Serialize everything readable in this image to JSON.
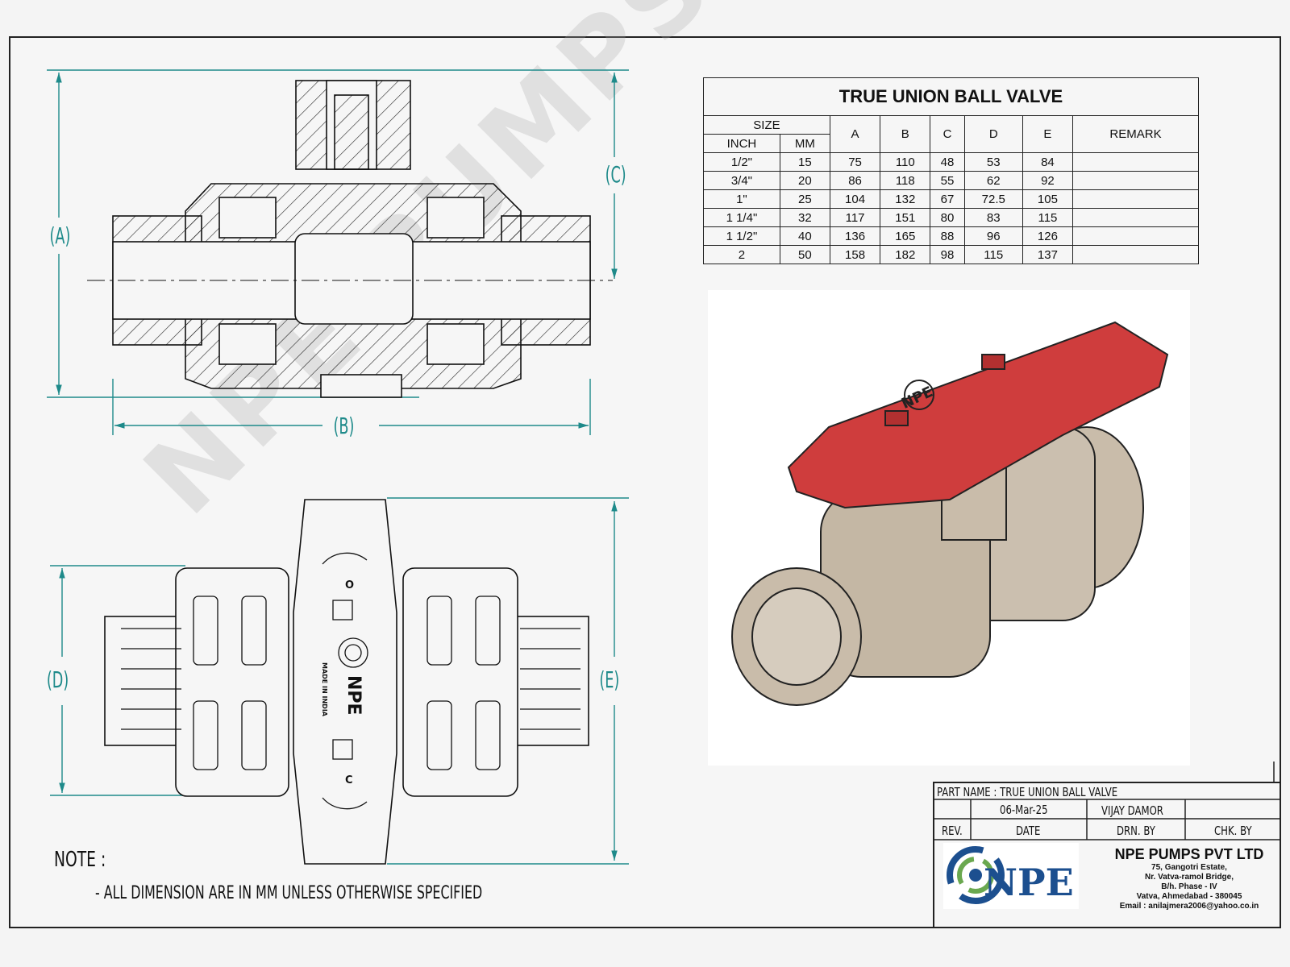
{
  "watermark": "NPE PUMPS PVT. LTD.",
  "dimensions": {
    "a": "(A)",
    "b": "(B)",
    "c": "(C)",
    "d": "(D)",
    "e": "(E)"
  },
  "table": {
    "title": "TRUE UNION BALL VALVE",
    "size_header": "SIZE",
    "col_inch": "INCH",
    "col_mm": "MM",
    "cols": [
      "A",
      "B",
      "C",
      "D",
      "E"
    ],
    "col_remark": "REMARK",
    "rows": [
      [
        "1/2\"",
        "15",
        "75",
        "110",
        "48",
        "53",
        "84",
        ""
      ],
      [
        "3/4\"",
        "20",
        "86",
        "118",
        "55",
        "62",
        "92",
        ""
      ],
      [
        "1\"",
        "25",
        "104",
        "132",
        "67",
        "72.5",
        "105",
        ""
      ],
      [
        "1 1/4\"",
        "32",
        "117",
        "151",
        "80",
        "83",
        "115",
        ""
      ],
      [
        "1 1/2\"",
        "40",
        "136",
        "165",
        "88",
        "96",
        "126",
        ""
      ],
      [
        "2",
        "50",
        "158",
        "182",
        "98",
        "115",
        "137",
        ""
      ]
    ]
  },
  "drawing_marks": {
    "handle_logo": "NPE",
    "handle_text": "MADE IN INDIA",
    "open_mark": "O",
    "close_mark": "C"
  },
  "note": {
    "title": "NOTE :",
    "text": "- ALL DIMENSION ARE IN MM UNLESS OTHERWISE SPECIFIED"
  },
  "title_block": {
    "part_name": "PART NAME : TRUE UNION BALL VALVE",
    "date_value": "06-Mar-25",
    "drawn_by_value": "VIJAY DAMOR",
    "rev_label": "REV.",
    "date_label": "DATE",
    "drn_label": "DRN. BY",
    "chk_label": "CHK. BY",
    "logo_text": "NPE",
    "company": "NPE PUMPS PVT LTD",
    "address": [
      "75, Gangotri Estate,",
      "Nr. Vatva-ramol Bridge,",
      "B/h. Phase - IV",
      "Vatva, Ahmedabad - 380045",
      "Email : anilajmera2006@yahoo.co.in"
    ]
  },
  "colors": {
    "dimension": "#1e8a8a",
    "handle": "#cf3d3d",
    "body": "#cbbfaf",
    "logo_blue": "#1c4f8f",
    "logo_green": "#6aa84f"
  }
}
